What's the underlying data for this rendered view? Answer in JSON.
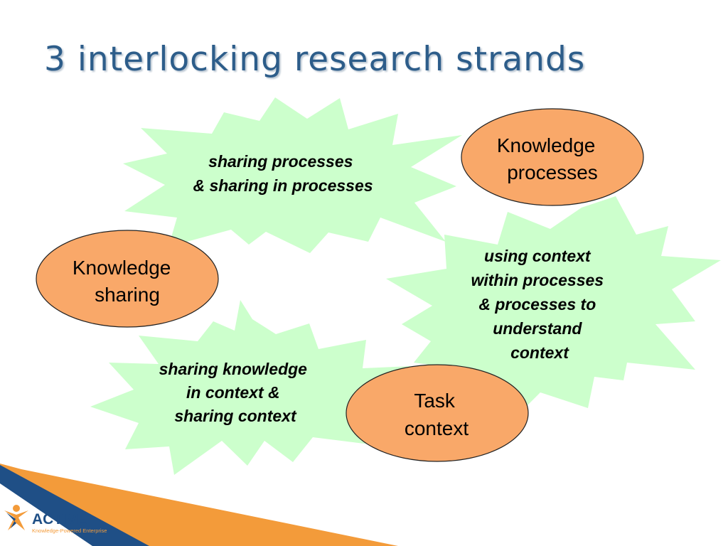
{
  "title": "3 interlocking research strands",
  "colors": {
    "title": "#2d5d8a",
    "title_shadow": "#b8c4d0",
    "burst_fill": "#ccffcc",
    "ellipse_fill": "#f9a869",
    "ellipse_stroke": "#222222",
    "stripe_orange": "#f39b3a",
    "stripe_blue": "#1f4f86",
    "logo_orange": "#f39b3a",
    "logo_blue": "#1f4f86"
  },
  "bursts": [
    {
      "id": "burst-sharing-processes",
      "lines": [
        "sharing processes",
        "& sharing in processes"
      ]
    },
    {
      "id": "burst-using-context",
      "lines": [
        "using context",
        "within processes",
        "& processes to",
        "understand",
        "context"
      ]
    },
    {
      "id": "burst-sharing-knowledge",
      "lines": [
        "sharing knowledge",
        "in context &",
        "sharing context"
      ]
    }
  ],
  "ellipses": [
    {
      "id": "knowledge-processes",
      "lines": [
        "Knowledge",
        "processes"
      ]
    },
    {
      "id": "knowledge-sharing",
      "lines": [
        "Knowledge",
        "sharing"
      ]
    },
    {
      "id": "task-context",
      "lines": [
        "Task",
        "context"
      ]
    }
  ],
  "logo": {
    "name": "ACTIVE",
    "tagline": "Knowledge-Powered Enterprise",
    "icon": "star-person-icon"
  }
}
